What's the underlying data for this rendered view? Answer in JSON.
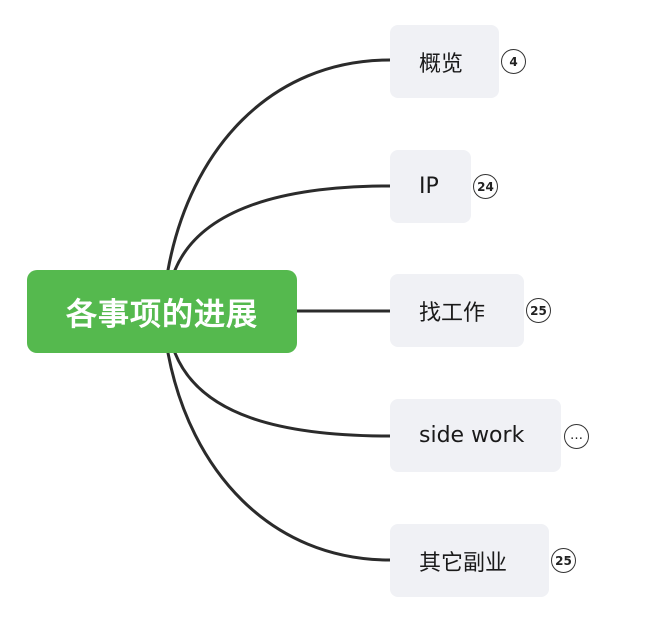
{
  "mindmap": {
    "root": {
      "label": "各事项的进展",
      "color": "#55b94e"
    },
    "topics": [
      {
        "label": "概览",
        "collapsed_count": "4"
      },
      {
        "label": "IP",
        "collapsed_count": "24"
      },
      {
        "label": "找工作",
        "collapsed_count": "25"
      },
      {
        "label": "side work",
        "collapsed_count": "…"
      },
      {
        "label": "其它副业",
        "collapsed_count": "25"
      }
    ],
    "topic_color": "#f0f1f5",
    "line_color": "#2b2b2b"
  }
}
